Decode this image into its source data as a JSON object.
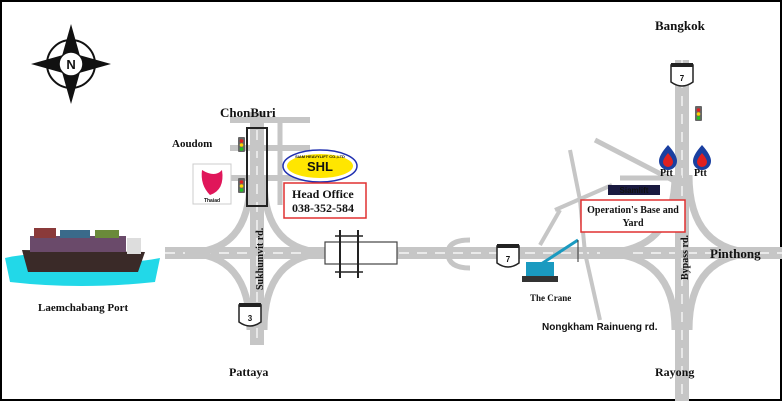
{
  "places": {
    "bangkok": "Bangkok",
    "chonburi": "ChonBuri",
    "aoudom": "Aoudom",
    "pinthong": "Pinthong",
    "pattaya": "Pattaya",
    "rayong": "Rayong",
    "laemchabang": "Laemchabang Port"
  },
  "roads": {
    "sukhumvit": "Sukhumvit rd.",
    "bypass": "Bypass rd.",
    "nongkham": "Nongkham Rainueng rd."
  },
  "shields": {
    "route7_top": "7",
    "route7_mid": "7",
    "route3": "3"
  },
  "compass": {
    "north": "N"
  },
  "head_office": {
    "title": "Head Office",
    "phone": "038-352-584",
    "logo_text": "SHL",
    "logo_subtext": "SIAM HEAVYLIFT CO.,LTD"
  },
  "operations": {
    "title_line1": "Operation's Base and",
    "title_line2": "Yard",
    "logo_text": "Siamlift"
  },
  "landmarks": {
    "crane": "The Crane",
    "ptt_left": "Ptt",
    "ptt_right": "Ptt",
    "thaiad": "Thaiad"
  },
  "colors": {
    "road": "#c6c6c6",
    "highlight_box": "#e03030",
    "sea": "#22d8e8",
    "ptt_blue": "#1a3fa0",
    "ptt_red": "#e02020",
    "crane": "#1a9ac0"
  }
}
